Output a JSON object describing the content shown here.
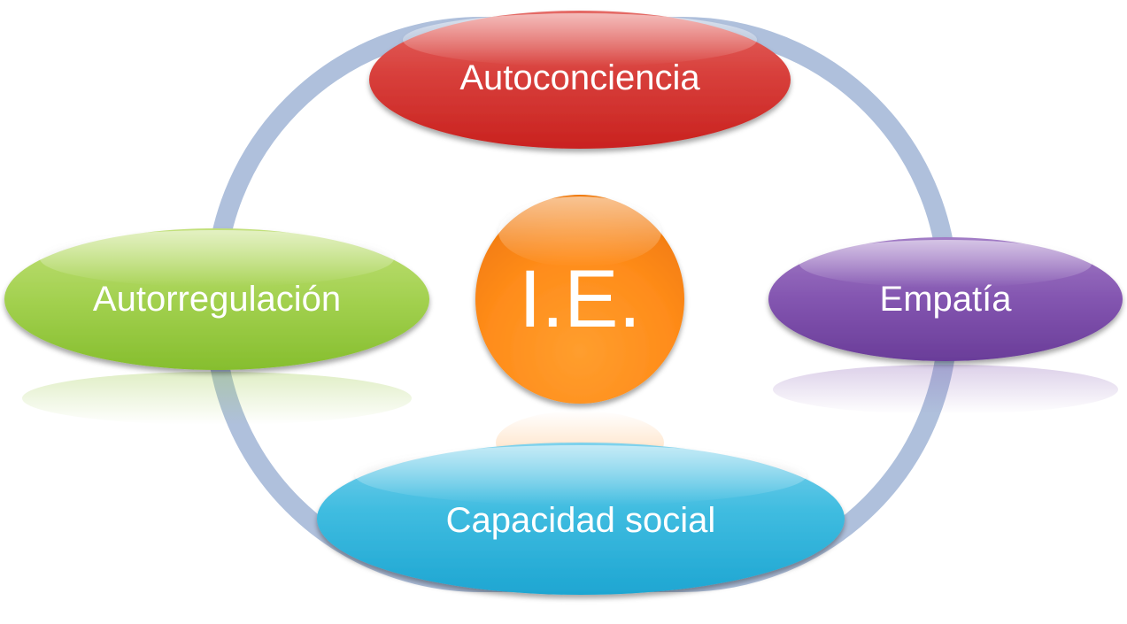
{
  "diagram": {
    "center": {
      "label": "I.E.",
      "color": "#FF8C1A"
    },
    "nodes": [
      {
        "id": "top",
        "label": "Autoconciencia",
        "color": "#CC2A2A"
      },
      {
        "id": "left",
        "label": "Autorregulación",
        "color": "#92C83E"
      },
      {
        "id": "right",
        "label": "Empatía",
        "color": "#7A4BA6"
      },
      {
        "id": "bottom",
        "label": "Capacidad social",
        "color": "#2BB3D8"
      }
    ],
    "ring_color": "#AFC0DC"
  }
}
